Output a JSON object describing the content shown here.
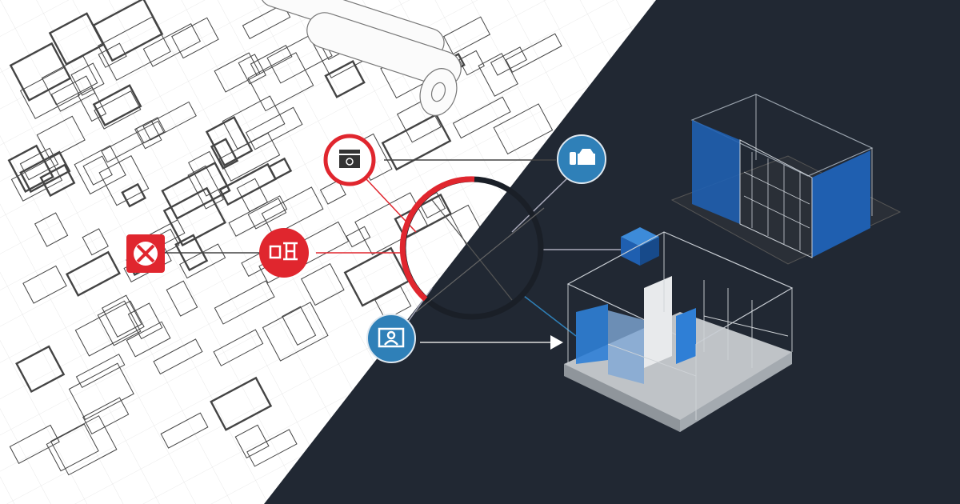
{
  "colors": {
    "paper": "#ffffff",
    "ink": "#3a3a3a",
    "dark_panel": "#212833",
    "accent_red": "#e0262e",
    "accent_blue": "#2f80b8",
    "bim_blue": "#1f5fb0",
    "glass": "#9aa3ad"
  },
  "nodes": [
    {
      "id": "camera",
      "icon": "camera-icon",
      "style": "red-outline"
    },
    {
      "id": "toolbox",
      "icon": "building-icon",
      "style": "red-filled"
    },
    {
      "id": "error",
      "icon": "error-x-icon",
      "style": "red-square"
    },
    {
      "id": "facility",
      "icon": "facility-icon",
      "style": "blue-filled"
    },
    {
      "id": "viewer",
      "icon": "user-monitor-icon",
      "style": "blue-filled"
    },
    {
      "id": "bim-cube",
      "icon": "cube-icon",
      "style": "blue-square"
    }
  ],
  "hub": {
    "icon": "hub-ring",
    "red_fraction": 0.45
  }
}
